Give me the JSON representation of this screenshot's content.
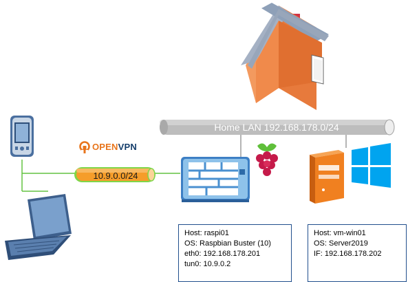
{
  "lan": {
    "label": "Home LAN 192.168.178.0/24"
  },
  "tunnel": {
    "label": "10.9.0.0/24"
  },
  "openvpn_logo": {
    "open": "OPEN",
    "vpn": "VPN"
  },
  "raspi_info": {
    "host": "Host: raspi01",
    "os": "OS: Raspbian Buster (10)",
    "eth0": "eth0: 192.168.178.201",
    "tun0": "tun0: 10.9.0.2"
  },
  "win_info": {
    "host": "Host: vm-win01",
    "os": "OS: Server2019",
    "if": "IF: 192.168.178.202"
  },
  "colors": {
    "lan_pipe": "#b8b8b8",
    "tunnel_pipe": "#f59d2a",
    "tunnel_glow": "#7fd648",
    "line_green": "#62c240",
    "box_border": "#1f4e8c",
    "house_roof": "#9aa8bd",
    "house_wall": "#f08a4b",
    "server_orange": "#f08020",
    "windows_blue": "#00a4ef",
    "raspberry_red": "#c51a4a"
  },
  "icons": [
    "house-icon",
    "raspberry-pi-icon",
    "windows-logo-icon",
    "server-tower-icon",
    "pda-icon",
    "laptop-icon",
    "router-device-icon",
    "openvpn-logo-icon"
  ]
}
